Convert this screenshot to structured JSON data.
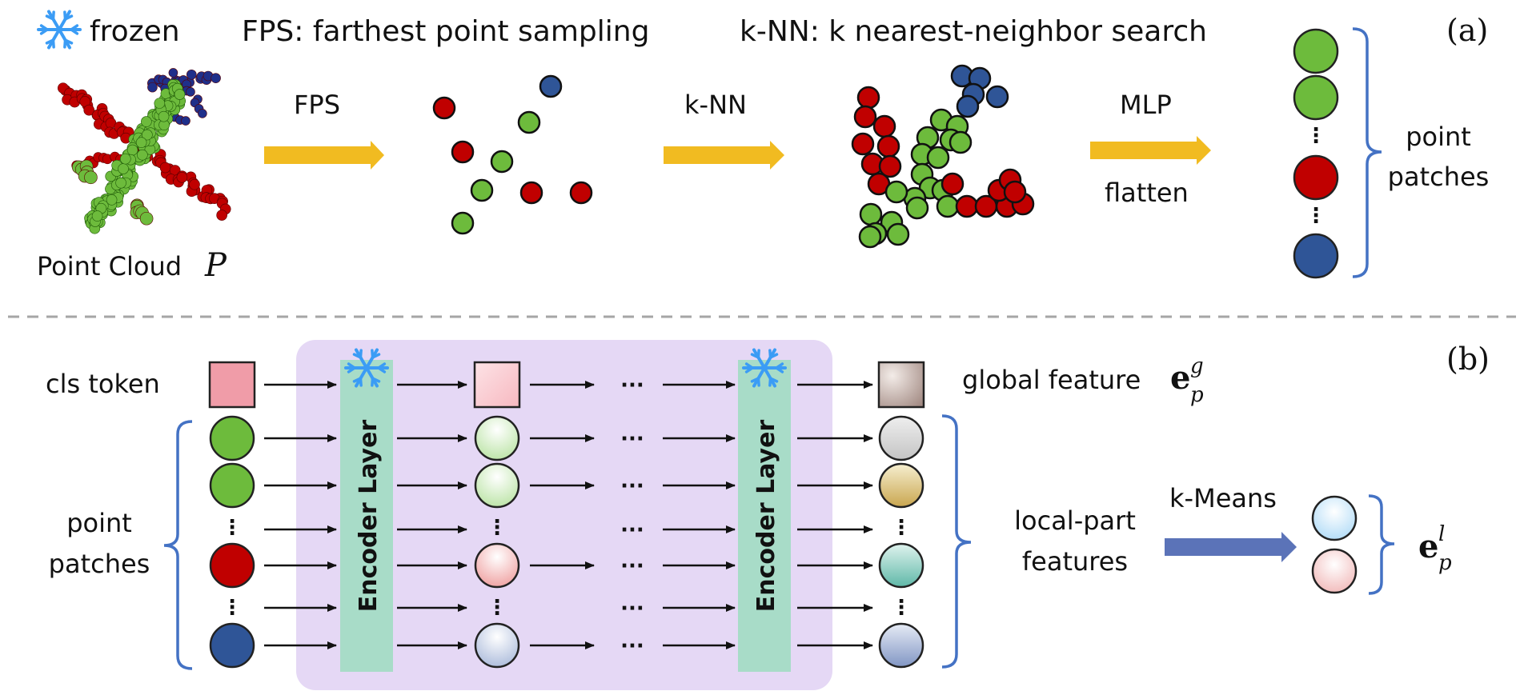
{
  "legend": {
    "frozen": "frozen",
    "fps_def": "FPS: farthest point sampling",
    "knn_def": "k-NN: k nearest-neighbor search"
  },
  "panel_a": {
    "tag": "(a)",
    "point_cloud_label": "Point Cloud",
    "point_cloud_symbol": "P",
    "fps": "FPS",
    "knn": "k-NN",
    "mlp": "MLP",
    "flatten": "flatten",
    "patches_line1": "point",
    "patches_line2": "patches"
  },
  "panel_b": {
    "tag": "(b)",
    "cls_token": "cls token",
    "patches_line1": "point",
    "patches_line2": "patches",
    "encoder_layer": "Encoder Layer",
    "ellipsis": "···",
    "global_feature": "global feature",
    "global_symbol": "e",
    "global_sub": "p",
    "global_sup": "g",
    "local_line1": "local-part",
    "local_line2": "features",
    "kmeans": "k-Means",
    "local_symbol": "e",
    "local_sub": "p",
    "local_sup": "l"
  },
  "colors": {
    "green": "#6dbb3c",
    "red": "#c00000",
    "blue": "#2f5597",
    "arrow_yellow": "#f1bb21",
    "arrow_blue": "#5b73b8",
    "encoder_box": "#a8dcc8",
    "panel_bg": "#e5d8f5",
    "brace": "#4472c4",
    "snowflake": "#3b9cf5",
    "cls": "#f09ca8"
  }
}
